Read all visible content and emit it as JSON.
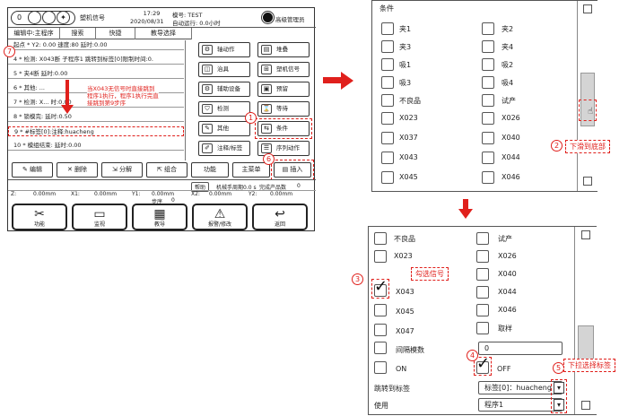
{
  "left_screen": {
    "status": {
      "signal_pill": "0",
      "signal_label": "塑机信号",
      "time": "17:29",
      "date": "2020/08/31",
      "mold_label": "模号: TEST",
      "autorun_label": "自动运行: 0.0小时",
      "user_label": "高级管理员"
    },
    "tabs": [
      "编辑中:主程序",
      "搜索",
      "快捷",
      "教导选择"
    ],
    "program_rows": [
      "起点 * Y2: 0.00 速度:80  延时:0.00",
      "4 * 检测: X043断 子程序1 跳转到标签[0]限制时间:0.",
      "5 * 夹4断 延时:0.00",
      "6 * 其他: ...",
      "7 * 检测: X... 时:0.00",
      "8 * 锁模完: 延时:0.50",
      "9 * #标签[0]:注释:huacheng",
      "10 * 模组结束: 延时:0.00"
    ],
    "row_marker": "7",
    "overlay_note": "当X043无信号时直接跳到程序1执行，程序1执行完直接跳到第9步序",
    "actions": [
      {
        "icon": "gear-icon",
        "glyph": "⚙",
        "label": "轴动作"
      },
      {
        "icon": "stack-icon",
        "glyph": "▤",
        "label": "堆叠"
      },
      {
        "icon": "fixture-icon",
        "glyph": "◫",
        "label": "治具"
      },
      {
        "icon": "machine-signal-icon",
        "glyph": "⊞",
        "label": "塑机信号"
      },
      {
        "icon": "aux-device-icon",
        "glyph": "⚙",
        "label": "辅助设备"
      },
      {
        "icon": "reserve-icon",
        "glyph": "▣",
        "label": "预留"
      },
      {
        "icon": "shield-icon",
        "glyph": "⛉",
        "label": "检测"
      },
      {
        "icon": "hourglass-icon",
        "glyph": "⌛",
        "label": "等待"
      },
      {
        "icon": "other-icon",
        "glyph": "✎",
        "label": "其他"
      },
      {
        "icon": "condition-icon",
        "glyph": "⇆",
        "label": "条件"
      },
      {
        "icon": "note-icon",
        "glyph": "✐",
        "label": "注释/标签"
      },
      {
        "icon": "sequence-icon",
        "glyph": "☰",
        "label": "序列动作"
      }
    ],
    "toolbar": [
      {
        "glyph": "✎",
        "label": "编辑"
      },
      {
        "glyph": "✕",
        "label": "删除"
      },
      {
        "glyph": "⇲",
        "label": "分解"
      },
      {
        "glyph": "⇱",
        "label": "组合"
      },
      {
        "glyph": "",
        "label": "功能"
      },
      {
        "glyph": "",
        "label": "主菜单"
      },
      {
        "glyph": "▤",
        "label": "插入"
      }
    ],
    "stats": {
      "help": "帮助",
      "cycle": "机械手周期0.0 s",
      "product_label": "完成产品数",
      "product_value": "0"
    },
    "coords": [
      "Z:",
      "0.00mm",
      "X1:",
      "0.00mm",
      "Y1:",
      "0.00mm",
      "X2:",
      "0.00mm",
      "Y2:",
      "0.00mm"
    ],
    "step_label": "步序",
    "step_value": "0",
    "nav": [
      {
        "glyph": "✂",
        "label": "功能"
      },
      {
        "glyph": "▭",
        "label": "监视"
      },
      {
        "glyph": "▦",
        "label": "教导"
      },
      {
        "glyph": "⚠",
        "label": "报警/修改"
      },
      {
        "glyph": "↩",
        "label": "返回"
      }
    ],
    "anno": {
      "c7": "7",
      "c1": "1",
      "c6": "6"
    }
  },
  "panel_top": {
    "title": "条件",
    "items_left": [
      "夹1",
      "夹3",
      "吸1",
      "吸3",
      "不良品",
      "X023",
      "X037",
      "X043",
      "X045"
    ],
    "items_right": [
      "夹2",
      "夹4",
      "吸2",
      "吸4",
      "试产",
      "X026",
      "X040",
      "X044",
      "X046"
    ],
    "anno_num": "2",
    "anno_text": "下滑到底部"
  },
  "panel_bottom": {
    "items_left": [
      "不良品",
      "X023",
      "X043",
      "X045",
      "X047",
      "间隔模数",
      "ON"
    ],
    "items_right": [
      "试产",
      "X026",
      "X040",
      "X044",
      "X046",
      "取样"
    ],
    "interval_value": "0",
    "off_label": "OFF",
    "jump_label": "跳转到标签",
    "jump_value": "标签[0]：huacheng",
    "use_label": "使用",
    "use_value": "程序1",
    "anno3_num": "3",
    "anno3_text": "勾选信号",
    "anno4_num": "4",
    "anno5_num": "5",
    "anno5_text": "下拉选择标签"
  }
}
